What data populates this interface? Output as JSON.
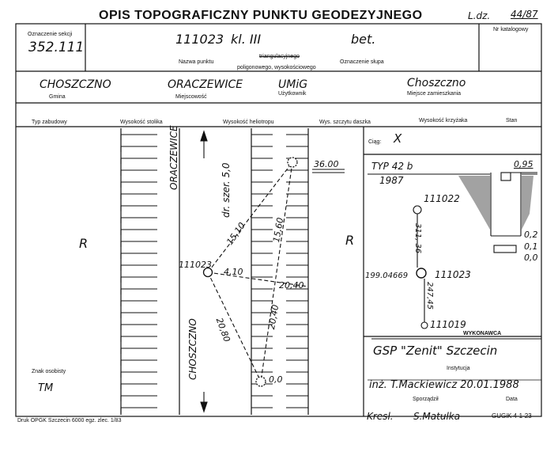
{
  "header": {
    "title": "OPIS TOPOGRAFICZNY PUNKTU GEODEZYJNEGO",
    "ldz_label": "L.dz.",
    "ldz_value": "44/87"
  },
  "row1": {
    "section_label": "Oznaczenie sekcji",
    "section_value": "352.111",
    "point_number": "111023",
    "class": "kl. III",
    "marking": "bet.",
    "catalog_label": "Nr katalogowy",
    "name_label": "Nazwa punktu",
    "type_line1": "triangulacyjnego",
    "type_line2": "poligonowego, wysokościowego",
    "marker_label": "Oznaczenie słupa"
  },
  "row2": {
    "gmina_value": "CHOSZCZNO",
    "gmina_label": "Gmina",
    "miejscowosc_value": "ORACZEWICE",
    "miejscowosc_label": "Miejscowość",
    "uzytkownik_value": "UMiG",
    "uzytkownik_label": "Użytkownik",
    "zamieszkania_value": "Choszczno",
    "zamieszkania_label": "Miejsce zamieszkania"
  },
  "row3": {
    "labels": [
      "Typ zabudowy",
      "Wysokość stolika",
      "Wysokość heliotropu",
      "Wys. szczytu daszka",
      "Wysokość krzyżaka",
      "Stan"
    ]
  },
  "sketch": {
    "left_area": "R",
    "right_area": "R",
    "road_top": "ORACZEWICE",
    "road_bottom": "CHOSZCZNO",
    "road_desc": "dr. szer. 5,0",
    "point_label": "111023",
    "distances": [
      "15,10",
      "15,60",
      "4,10",
      "20,40",
      "20,80",
      "20,40"
    ],
    "tree_label": "36.00",
    "bottom_label": "0,0",
    "owner_mark_label": "Znak osobisty",
    "owner_mark_value": "TM"
  },
  "right_panel": {
    "ciag_label": "Ciąg:",
    "ciag_value": "X",
    "typ": "TYP 42 b",
    "year": "1987",
    "dim_top": "0,95",
    "dims": [
      "0,2",
      "0,1",
      "0,0"
    ],
    "p_top": "111022",
    "p_mid": "111023",
    "p_bottom": "111019",
    "elev": "199.04669",
    "seg1": "311, 36",
    "seg2": "247,45",
    "wyk_label": "WYKONAWCA",
    "wyk_value": "GSP \"Zenit\" Szczecin",
    "inst_label": "Instytucja",
    "sporz_value": "inż. T.Mackiewicz 20.01.1988",
    "sporz_label": "Sporządził",
    "date_label": "Data"
  },
  "footer": {
    "print_info": "Druk OPGK Szczecin 6000 egz. zlec. 1/83",
    "kresl_label": "Kresl.",
    "kresl_value": "S.Matulka",
    "form_code": "GUGiK 4-1-23"
  }
}
